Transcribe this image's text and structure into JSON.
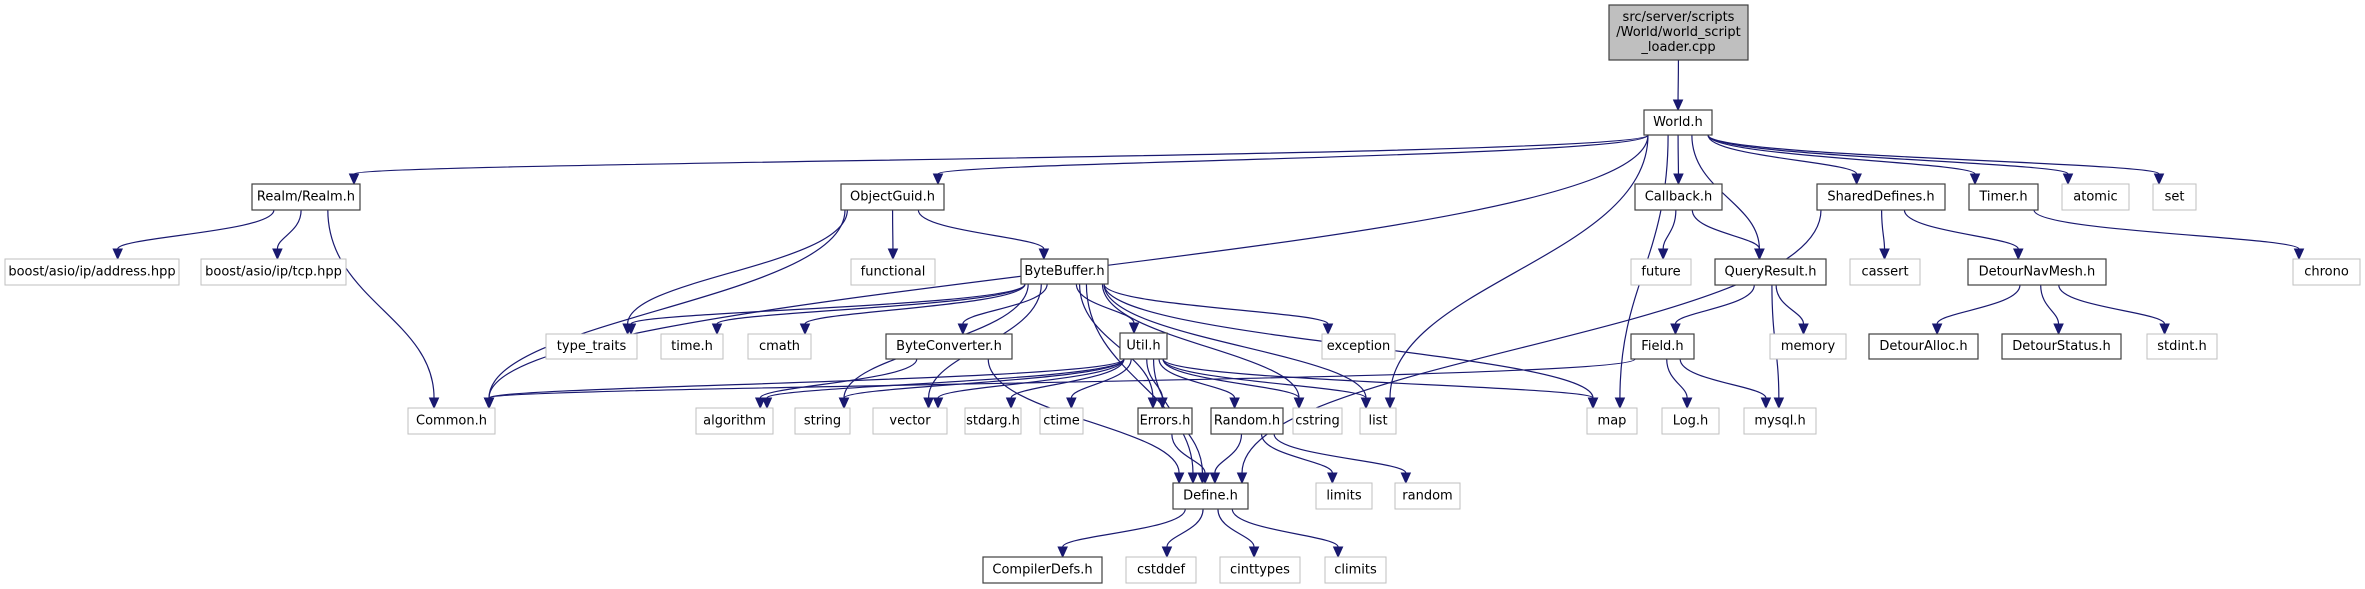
{
  "diagram": {
    "type": "include-dependency-graph",
    "colors": {
      "edge": "#191970",
      "root_fill": "#bfbfbf",
      "local_border": "#404040",
      "system_border": "#bfbfbf",
      "background": "#ffffff"
    },
    "nodes": [
      {
        "id": "root",
        "kind": "root",
        "lines": [
          "src/server/scripts",
          "/World/world_script",
          "_loader.cpp"
        ]
      },
      {
        "id": "World.h",
        "kind": "local",
        "lines": [
          "World.h"
        ]
      },
      {
        "id": "Realm/Realm.h",
        "kind": "local",
        "lines": [
          "Realm/Realm.h"
        ]
      },
      {
        "id": "boost/asio/ip/address.hpp",
        "kind": "sys",
        "lines": [
          "boost/asio/ip/address.hpp"
        ]
      },
      {
        "id": "boost/asio/ip/tcp.hpp",
        "kind": "sys",
        "lines": [
          "boost/asio/ip/tcp.hpp"
        ]
      },
      {
        "id": "Common.h",
        "kind": "sys",
        "lines": [
          "Common.h"
        ]
      },
      {
        "id": "ObjectGuid.h",
        "kind": "local",
        "lines": [
          "ObjectGuid.h"
        ]
      },
      {
        "id": "functional",
        "kind": "sys",
        "lines": [
          "functional"
        ]
      },
      {
        "id": "ByteBuffer.h",
        "kind": "local",
        "lines": [
          "ByteBuffer.h"
        ]
      },
      {
        "id": "type_traits",
        "kind": "sys",
        "lines": [
          "type_traits"
        ]
      },
      {
        "id": "time.h",
        "kind": "sys",
        "lines": [
          "time.h"
        ]
      },
      {
        "id": "cmath",
        "kind": "sys",
        "lines": [
          "cmath"
        ]
      },
      {
        "id": "ByteConverter.h",
        "kind": "local",
        "lines": [
          "ByteConverter.h"
        ]
      },
      {
        "id": "Util.h",
        "kind": "local",
        "lines": [
          "Util.h"
        ]
      },
      {
        "id": "exception",
        "kind": "sys",
        "lines": [
          "exception"
        ]
      },
      {
        "id": "algorithm",
        "kind": "sys",
        "lines": [
          "algorithm"
        ]
      },
      {
        "id": "string",
        "kind": "sys",
        "lines": [
          "string"
        ]
      },
      {
        "id": "vector",
        "kind": "sys",
        "lines": [
          "vector"
        ]
      },
      {
        "id": "stdarg.h",
        "kind": "sys",
        "lines": [
          "stdarg.h"
        ]
      },
      {
        "id": "ctime",
        "kind": "sys",
        "lines": [
          "ctime"
        ]
      },
      {
        "id": "Errors.h",
        "kind": "local",
        "lines": [
          "Errors.h"
        ]
      },
      {
        "id": "Random.h",
        "kind": "local",
        "lines": [
          "Random.h"
        ]
      },
      {
        "id": "cstring",
        "kind": "sys",
        "lines": [
          "cstring"
        ]
      },
      {
        "id": "list",
        "kind": "sys",
        "lines": [
          "list"
        ]
      },
      {
        "id": "map",
        "kind": "sys",
        "lines": [
          "map"
        ]
      },
      {
        "id": "Define.h",
        "kind": "local",
        "lines": [
          "Define.h"
        ]
      },
      {
        "id": "limits",
        "kind": "sys",
        "lines": [
          "limits"
        ]
      },
      {
        "id": "random",
        "kind": "sys",
        "lines": [
          "random"
        ]
      },
      {
        "id": "CompilerDefs.h",
        "kind": "local",
        "lines": [
          "CompilerDefs.h"
        ]
      },
      {
        "id": "cstddef",
        "kind": "sys",
        "lines": [
          "cstddef"
        ]
      },
      {
        "id": "cinttypes",
        "kind": "sys",
        "lines": [
          "cinttypes"
        ]
      },
      {
        "id": "climits",
        "kind": "sys",
        "lines": [
          "climits"
        ]
      },
      {
        "id": "Callback.h",
        "kind": "local",
        "lines": [
          "Callback.h"
        ]
      },
      {
        "id": "future",
        "kind": "sys",
        "lines": [
          "future"
        ]
      },
      {
        "id": "QueryResult.h",
        "kind": "local",
        "lines": [
          "QueryResult.h"
        ]
      },
      {
        "id": "Field.h",
        "kind": "local",
        "lines": [
          "Field.h"
        ]
      },
      {
        "id": "memory",
        "kind": "sys",
        "lines": [
          "memory"
        ]
      },
      {
        "id": "Log.h",
        "kind": "sys",
        "lines": [
          "Log.h"
        ]
      },
      {
        "id": "mysql.h",
        "kind": "sys",
        "lines": [
          "mysql.h"
        ]
      },
      {
        "id": "SharedDefines.h",
        "kind": "local",
        "lines": [
          "SharedDefines.h"
        ]
      },
      {
        "id": "cassert",
        "kind": "sys",
        "lines": [
          "cassert"
        ]
      },
      {
        "id": "DetourNavMesh.h",
        "kind": "local",
        "lines": [
          "DetourNavMesh.h"
        ]
      },
      {
        "id": "DetourAlloc.h",
        "kind": "local",
        "lines": [
          "DetourAlloc.h"
        ]
      },
      {
        "id": "DetourStatus.h",
        "kind": "local",
        "lines": [
          "DetourStatus.h"
        ]
      },
      {
        "id": "stdint.h",
        "kind": "sys",
        "lines": [
          "stdint.h"
        ]
      },
      {
        "id": "Timer.h",
        "kind": "local",
        "lines": [
          "Timer.h"
        ]
      },
      {
        "id": "atomic",
        "kind": "sys",
        "lines": [
          "atomic"
        ]
      },
      {
        "id": "set",
        "kind": "sys",
        "lines": [
          "set"
        ]
      },
      {
        "id": "chrono",
        "kind": "sys",
        "lines": [
          "chrono"
        ]
      }
    ],
    "edges": [
      [
        "root",
        "World.h"
      ],
      [
        "World.h",
        "Realm/Realm.h"
      ],
      [
        "World.h",
        "Common.h"
      ],
      [
        "World.h",
        "ObjectGuid.h"
      ],
      [
        "World.h",
        "list"
      ],
      [
        "World.h",
        "map"
      ],
      [
        "World.h",
        "Callback.h"
      ],
      [
        "World.h",
        "QueryResult.h"
      ],
      [
        "World.h",
        "SharedDefines.h"
      ],
      [
        "World.h",
        "Timer.h"
      ],
      [
        "World.h",
        "atomic"
      ],
      [
        "World.h",
        "set"
      ],
      [
        "Realm/Realm.h",
        "boost/asio/ip/address.hpp"
      ],
      [
        "Realm/Realm.h",
        "boost/asio/ip/tcp.hpp"
      ],
      [
        "Realm/Realm.h",
        "Common.h"
      ],
      [
        "ObjectGuid.h",
        "Common.h"
      ],
      [
        "ObjectGuid.h",
        "type_traits"
      ],
      [
        "ObjectGuid.h",
        "functional"
      ],
      [
        "ObjectGuid.h",
        "ByteBuffer.h"
      ],
      [
        "ByteBuffer.h",
        "type_traits"
      ],
      [
        "ByteBuffer.h",
        "time.h"
      ],
      [
        "ByteBuffer.h",
        "cmath"
      ],
      [
        "ByteBuffer.h",
        "ByteConverter.h"
      ],
      [
        "ByteBuffer.h",
        "Util.h"
      ],
      [
        "ByteBuffer.h",
        "exception"
      ],
      [
        "ByteBuffer.h",
        "Define.h"
      ],
      [
        "ByteBuffer.h",
        "Errors.h"
      ],
      [
        "ByteBuffer.h",
        "string"
      ],
      [
        "ByteBuffer.h",
        "vector"
      ],
      [
        "ByteBuffer.h",
        "cstring"
      ],
      [
        "ByteBuffer.h",
        "list"
      ],
      [
        "ByteBuffer.h",
        "map"
      ],
      [
        "ByteConverter.h",
        "Define.h"
      ],
      [
        "ByteConverter.h",
        "algorithm"
      ],
      [
        "Util.h",
        "Common.h"
      ],
      [
        "Util.h",
        "algorithm"
      ],
      [
        "Util.h",
        "string"
      ],
      [
        "Util.h",
        "vector"
      ],
      [
        "Util.h",
        "stdarg.h"
      ],
      [
        "Util.h",
        "ctime"
      ],
      [
        "Util.h",
        "Define.h"
      ],
      [
        "Util.h",
        "Errors.h"
      ],
      [
        "Util.h",
        "Random.h"
      ],
      [
        "Util.h",
        "cstring"
      ],
      [
        "Util.h",
        "list"
      ],
      [
        "Util.h",
        "map"
      ],
      [
        "Errors.h",
        "Define.h"
      ],
      [
        "Random.h",
        "Define.h"
      ],
      [
        "Random.h",
        "limits"
      ],
      [
        "Random.h",
        "random"
      ],
      [
        "Define.h",
        "CompilerDefs.h"
      ],
      [
        "Define.h",
        "cstddef"
      ],
      [
        "Define.h",
        "cinttypes"
      ],
      [
        "Define.h",
        "climits"
      ],
      [
        "Callback.h",
        "future"
      ],
      [
        "Callback.h",
        "QueryResult.h"
      ],
      [
        "QueryResult.h",
        "Field.h"
      ],
      [
        "QueryResult.h",
        "memory"
      ],
      [
        "QueryResult.h",
        "mysql.h"
      ],
      [
        "Field.h",
        "Common.h"
      ],
      [
        "Field.h",
        "Log.h"
      ],
      [
        "Field.h",
        "mysql.h"
      ],
      [
        "SharedDefines.h",
        "cassert"
      ],
      [
        "SharedDefines.h",
        "DetourNavMesh.h"
      ],
      [
        "SharedDefines.h",
        "Define.h"
      ],
      [
        "DetourNavMesh.h",
        "DetourAlloc.h"
      ],
      [
        "DetourNavMesh.h",
        "DetourStatus.h"
      ],
      [
        "DetourNavMesh.h",
        "stdint.h"
      ],
      [
        "Timer.h",
        "chrono"
      ]
    ]
  }
}
